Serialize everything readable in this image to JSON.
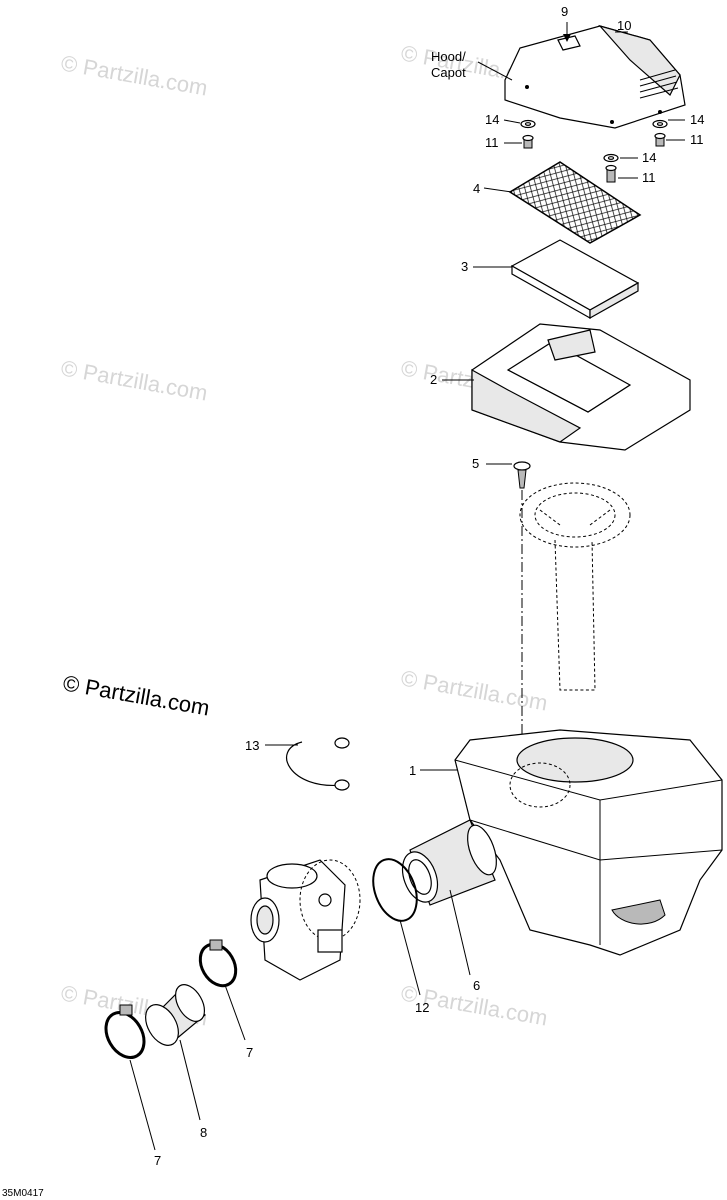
{
  "diagram_code": "35M0417",
  "watermark": {
    "text": "© Partzilla.com"
  },
  "callouts": {
    "c1": "1",
    "c2": "2",
    "c3": "3",
    "c4": "4",
    "c5": "5",
    "c6": "6",
    "c7a": "7",
    "c7b": "7",
    "c8": "8",
    "c9": "9",
    "c10": "10",
    "c11a": "11",
    "c11b": "11",
    "c11c": "11",
    "c12": "12",
    "c13": "13",
    "c14a": "14",
    "c14b": "14",
    "c14c": "14",
    "hood_en": "Hood/",
    "hood_fr": "Capot"
  }
}
